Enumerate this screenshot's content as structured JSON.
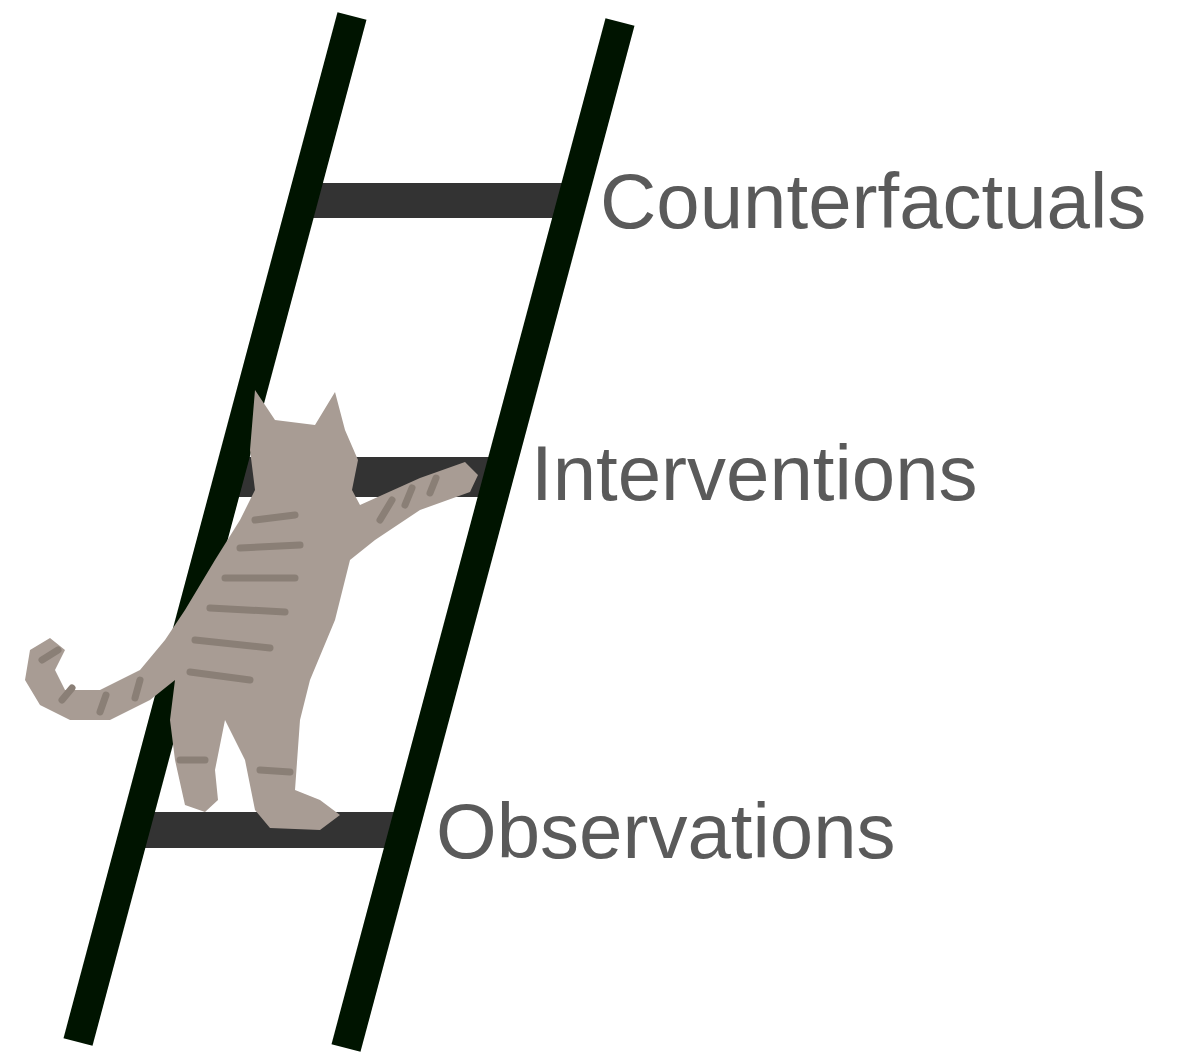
{
  "diagram": {
    "labels": [
      "Counterfactuals",
      "Interventions",
      "Observations"
    ]
  }
}
